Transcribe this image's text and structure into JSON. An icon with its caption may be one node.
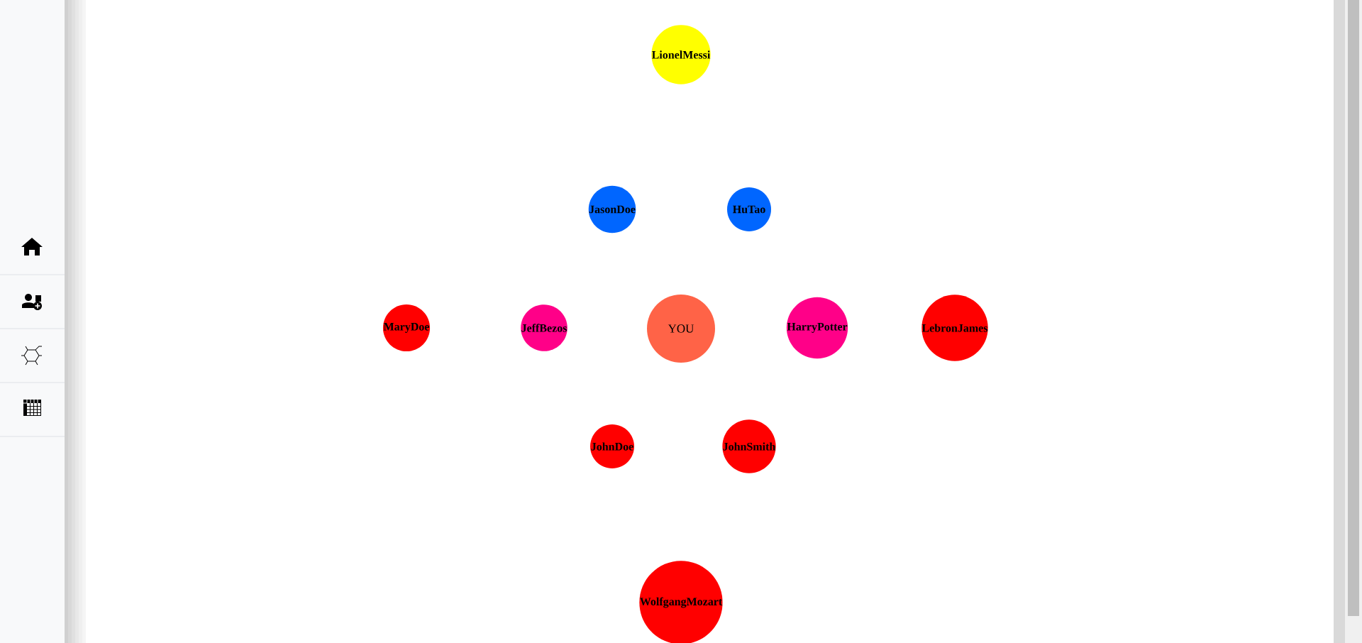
{
  "diagram": {
    "nodes": [
      {
        "text": [
          "LionelMessi"
        ]
      },
      {
        "text": [
          "JasonDoe"
        ]
      },
      {
        "text": [
          "HuTao"
        ]
      },
      {
        "text": [
          "MaryDoe"
        ]
      },
      {
        "text": [
          "JeffBezos"
        ]
      },
      {
        "text": [
          "YOU"
        ]
      },
      {
        "text": [
          "HarryPotter"
        ]
      },
      {
        "text": [
          "LebronJames"
        ]
      },
      {
        "text": [
          "JohnDoe"
        ]
      },
      {
        "text": [
          "JohnSmith"
        ]
      },
      {
        "text": [
          "WolfgangMozart"
        ]
      }
    ]
  }
}
